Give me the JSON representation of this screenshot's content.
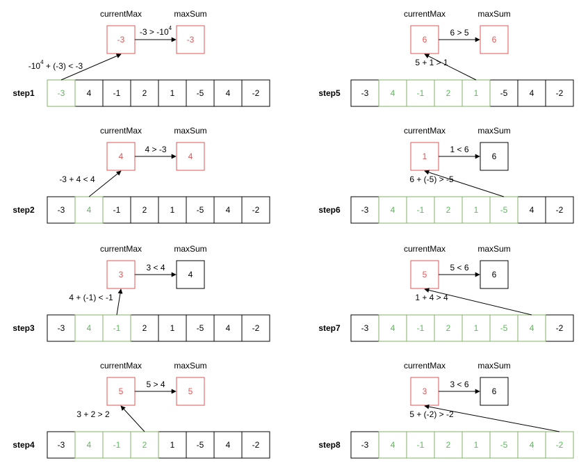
{
  "colors": {
    "highlight_text": "#5cb85c",
    "highlight_border": "#82b366",
    "box_active_text": "#e05555",
    "box_active_border": "#e05555",
    "default": "#000000"
  },
  "labels": {
    "current_max": "currentMax",
    "max_sum": "maxSum"
  },
  "steps": [
    {
      "name": "step1",
      "array": [
        "-3",
        "4",
        "-1",
        "2",
        "1",
        "-5",
        "4",
        "-2"
      ],
      "highlight": [
        0,
        0
      ],
      "current_max": "-3",
      "max_sum": "-3",
      "max_sum_updated": true,
      "compare_top": "-3 > -10",
      "compare_top_sup": "4",
      "compare_left_pre": "-10",
      "compare_left_sup": "4",
      "compare_left_post": " + (-3)  <  -3",
      "source_index": 0
    },
    {
      "name": "step2",
      "array": [
        "-3",
        "4",
        "-1",
        "2",
        "1",
        "-5",
        "4",
        "-2"
      ],
      "highlight": [
        1,
        1
      ],
      "current_max": "4",
      "max_sum": "4",
      "max_sum_updated": true,
      "compare_top": "4  >  -3",
      "compare_left": "-3 + 4  <  4",
      "source_index": 1
    },
    {
      "name": "step3",
      "array": [
        "-3",
        "4",
        "-1",
        "2",
        "1",
        "-5",
        "4",
        "-2"
      ],
      "highlight": [
        1,
        2
      ],
      "current_max": "3",
      "max_sum": "4",
      "max_sum_updated": false,
      "compare_top": "3  <  4",
      "compare_left": "4 + (-1)  <  -1",
      "source_index": 2
    },
    {
      "name": "step4",
      "array": [
        "-3",
        "4",
        "-1",
        "2",
        "1",
        "-5",
        "4",
        "-2"
      ],
      "highlight": [
        1,
        3
      ],
      "current_max": "5",
      "max_sum": "5",
      "max_sum_updated": true,
      "compare_top": "5  >  4",
      "compare_left": "3 + 2  >  2",
      "source_index": 3
    },
    {
      "name": "step5",
      "array": [
        "-3",
        "4",
        "-1",
        "2",
        "1",
        "-5",
        "4",
        "-2"
      ],
      "highlight": [
        1,
        4
      ],
      "current_max": "6",
      "max_sum": "6",
      "max_sum_updated": true,
      "compare_top": "6  >  5",
      "compare_left": "5 + 1  >  1",
      "source_index": 4
    },
    {
      "name": "step6",
      "array": [
        "-3",
        "4",
        "-1",
        "2",
        "1",
        "-5",
        "4",
        "-2"
      ],
      "highlight": [
        1,
        5
      ],
      "current_max": "1",
      "max_sum": "6",
      "max_sum_updated": false,
      "compare_top": "1  <  6",
      "compare_left": "6 + (-5)  >  -5",
      "source_index": 5
    },
    {
      "name": "step7",
      "array": [
        "-3",
        "4",
        "-1",
        "2",
        "1",
        "-5",
        "4",
        "-2"
      ],
      "highlight": [
        1,
        6
      ],
      "current_max": "5",
      "max_sum": "6",
      "max_sum_updated": false,
      "compare_top": "5  <  6",
      "compare_left": "1 + 4  >  4",
      "source_index": 6
    },
    {
      "name": "step8",
      "array": [
        "-3",
        "4",
        "-1",
        "2",
        "1",
        "-5",
        "4",
        "-2"
      ],
      "highlight": [
        1,
        7
      ],
      "current_max": "3",
      "max_sum": "6",
      "max_sum_updated": false,
      "compare_top": "3  <  6",
      "compare_left": "5 + (-2)  >  -2",
      "source_index": 7
    }
  ]
}
